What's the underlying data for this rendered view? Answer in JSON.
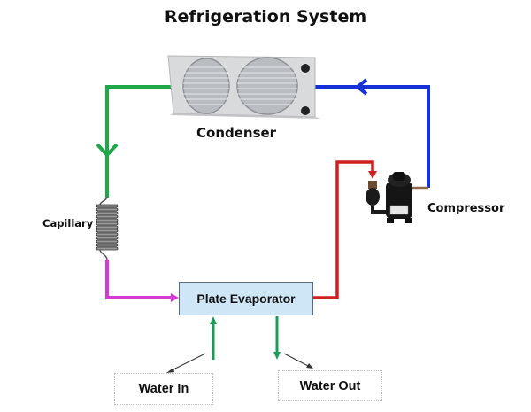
{
  "title": "Refrigeration System",
  "components": {
    "condenser": {
      "label": "Condenser",
      "icon": "condenser-icon"
    },
    "capillary": {
      "label": "Capillary",
      "icon": "capillary-coil-icon"
    },
    "compressor": {
      "label": "Compressor",
      "icon": "compressor-icon"
    },
    "evaporator": {
      "label": "Plate Evaporator"
    },
    "water_in": {
      "label": "Water In"
    },
    "water_out": {
      "label": "Water Out"
    }
  },
  "pipe_colors": {
    "condenser_to_capillary": "#1fa84a",
    "compressor_to_condenser": "#1432d8",
    "capillary_to_evaporator": "#d63ad6",
    "evaporator_to_compressor": "#d11f1f",
    "water": "#1e9a58"
  }
}
